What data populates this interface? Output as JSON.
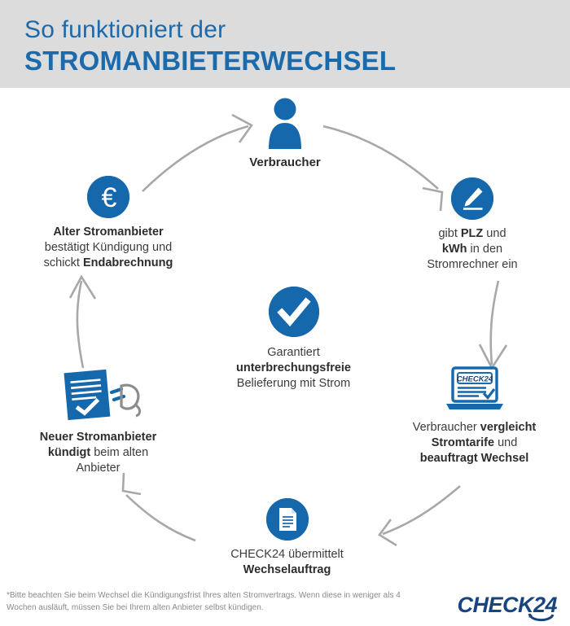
{
  "header": {
    "line1": "So funktioniert der",
    "line2": "STROMANBIETERWECHSEL",
    "bg_color": "#dcdcdc",
    "text_color": "#1b6aab"
  },
  "theme": {
    "accent_blue": "#1668ac",
    "logo_navy": "#18457f",
    "arrow_gray": "#a8a8a8",
    "body_text": "#3c3c3c"
  },
  "nodes": {
    "consumer": {
      "icon": "person-icon",
      "caption_html": "Verbraucher"
    },
    "pencil": {
      "icon": "pencil-icon",
      "caption_html": "gibt <b>PLZ</b> und<br><b>kWh</b> in den<br>Stromrechner ein"
    },
    "laptop": {
      "icon": "laptop-check24-icon",
      "screen_label": "CHECK24",
      "caption_html": "Verbraucher <b>vergleicht</b><br><b>Stromtarife</b> und<br><b>beauftragt Wechsel</b>"
    },
    "document": {
      "icon": "document-icon",
      "caption_html": "CHECK24 übermittelt<br><b>Wechselauftrag</b>"
    },
    "new_provider": {
      "icon": "contract-plug-icon",
      "caption_html": "<b>Neuer Stromanbieter</b><br><b>kündigt</b> beim alten<br>Anbieter"
    },
    "old_provider": {
      "icon": "euro-icon",
      "caption_html": "<b>Alter Stromanbieter</b><br>bestätigt Kündigung und<br>schickt <b>Endabrechnung</b>"
    },
    "center": {
      "icon": "checkmark-icon",
      "caption_html": "Garantiert<br><b>unterbrechungsfreie</b><br>Belieferung mit Strom"
    }
  },
  "footer": {
    "footnote": "*Bitte beachten Sie beim Wechsel die Kündigungsfrist Ihres alten Stromvertrags. Wenn diese in weniger als 4 Wochen ausläuft, müssen Sie bei Ihrem alten Anbieter selbst kündigen.",
    "logo_text": "CHECK24"
  }
}
